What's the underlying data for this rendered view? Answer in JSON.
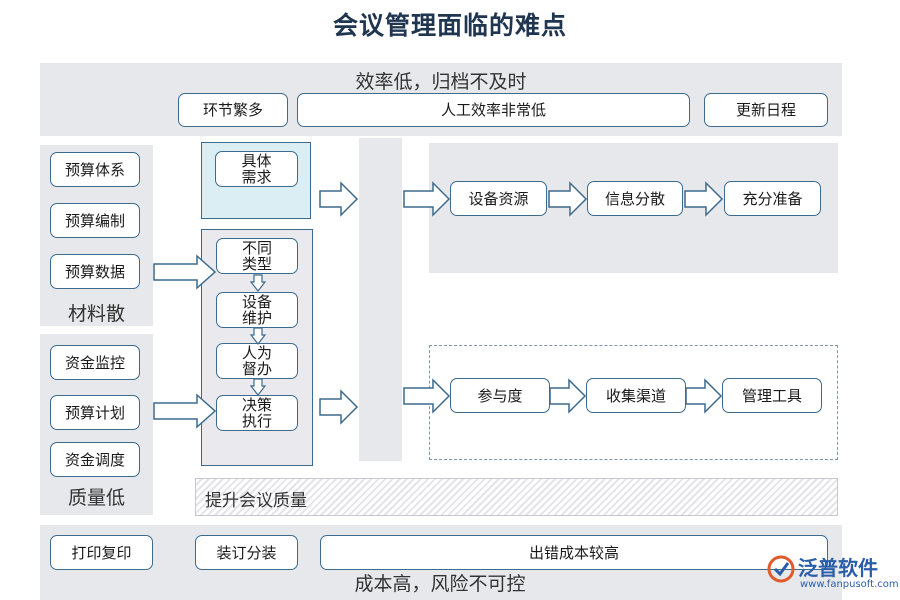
{
  "title": "会议管理面临的难点",
  "top_band": {
    "label": "效率低，归档不及时",
    "items": [
      "环节繁多",
      "人工效率非常低",
      "更新日程"
    ]
  },
  "left_top": {
    "items": [
      "预算体系",
      "预算编制",
      "预算数据"
    ],
    "label": "材料散"
  },
  "left_bottom": {
    "items": [
      "资金监控",
      "预算计划",
      "资金调度"
    ],
    "label": "质量低"
  },
  "center_top_box": "具体\n需求",
  "center_steps": [
    "不同\n类型",
    "设备\n维护",
    "人为\n督办",
    "决策\n执行"
  ],
  "right_top_chain": [
    "设备资源",
    "信息分散",
    "充分准备"
  ],
  "right_bottom_chain": [
    "参与度",
    "收集渠道",
    "管理工具"
  ],
  "hatched_label": "提升会议质量",
  "bottom_band": {
    "label": "成本高，风险不可控",
    "items": [
      "打印复印",
      "装订分装",
      "出错成本较高"
    ]
  },
  "watermark": {
    "text": "泛普软件",
    "url": "www.fanpusoft.com"
  },
  "colors": {
    "title": "#1f3550",
    "band": "#e7e8ec",
    "pill_border": "#3c6b8e",
    "arrow": "#3c6b8e",
    "highlight_box": "#dbeef3",
    "watermark_text": "#2b5ea8"
  }
}
